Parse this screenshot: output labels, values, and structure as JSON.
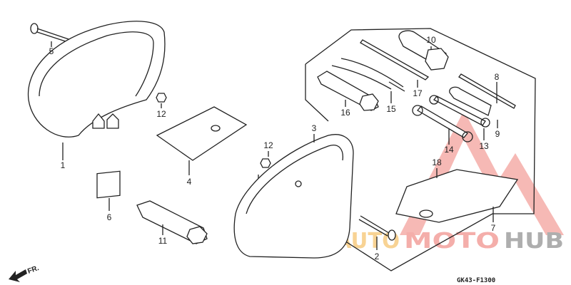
{
  "diagram": {
    "code": "GK43-F1300",
    "direction_label": "FR.",
    "callouts": {
      "p1": "1",
      "p2": "2",
      "p3": "3",
      "p4": "4",
      "p5": "5",
      "p6": "6",
      "p7": "7",
      "p8": "8",
      "p9": "9",
      "p10": "10",
      "p11": "11",
      "p12a": "12",
      "p12b": "12",
      "p13": "13",
      "p14": "14",
      "p15": "15",
      "p16": "16",
      "p17": "17",
      "p18": "18"
    }
  },
  "watermark": {
    "part1": "AUTO",
    "part2": "MOTO",
    "part3": "HUB",
    "colors": {
      "auto": "#f7c97a",
      "moto": "#f29b96",
      "hub": "#9a9a9a",
      "triangle": "#f08a84"
    }
  }
}
